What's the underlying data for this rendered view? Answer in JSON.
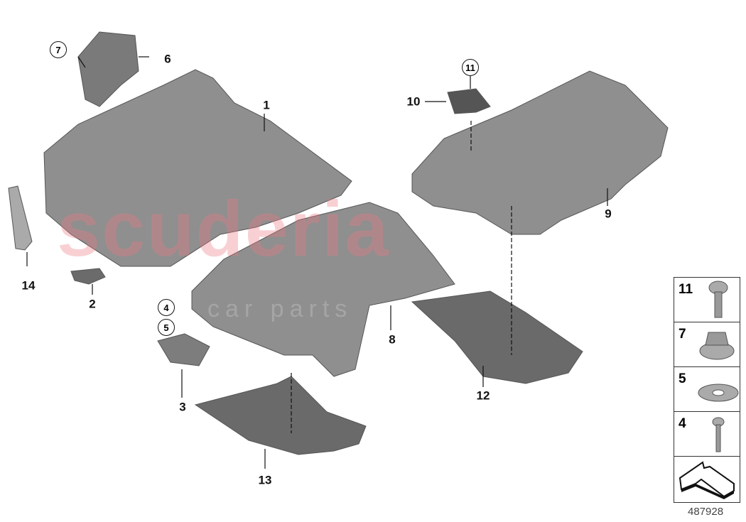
{
  "watermark": {
    "brand": "scuderia",
    "sub": "car parts"
  },
  "callouts": [
    {
      "id": "1",
      "circled": false
    },
    {
      "id": "2",
      "circled": false
    },
    {
      "id": "3",
      "circled": false
    },
    {
      "id": "4",
      "circled": true
    },
    {
      "id": "5",
      "circled": true
    },
    {
      "id": "6",
      "circled": false
    },
    {
      "id": "7",
      "circled": true
    },
    {
      "id": "8",
      "circled": false
    },
    {
      "id": "9",
      "circled": false
    },
    {
      "id": "10",
      "circled": false
    },
    {
      "id": "11",
      "circled": true
    },
    {
      "id": "12",
      "circled": false
    },
    {
      "id": "13",
      "circled": false
    },
    {
      "id": "14",
      "circled": false
    }
  ],
  "legend": [
    {
      "num": "11",
      "part": "screw-icon"
    },
    {
      "num": "7",
      "part": "flange-nut-icon"
    },
    {
      "num": "5",
      "part": "washer-icon"
    },
    {
      "num": "4",
      "part": "bolt-icon"
    },
    {
      "num": "",
      "part": "direction-arrow-icon"
    }
  ],
  "diagram_number": "487928",
  "colors": {
    "part": "#8d8d8d",
    "part_dark": "#5f5f5f",
    "watermark": "#eb7882"
  }
}
